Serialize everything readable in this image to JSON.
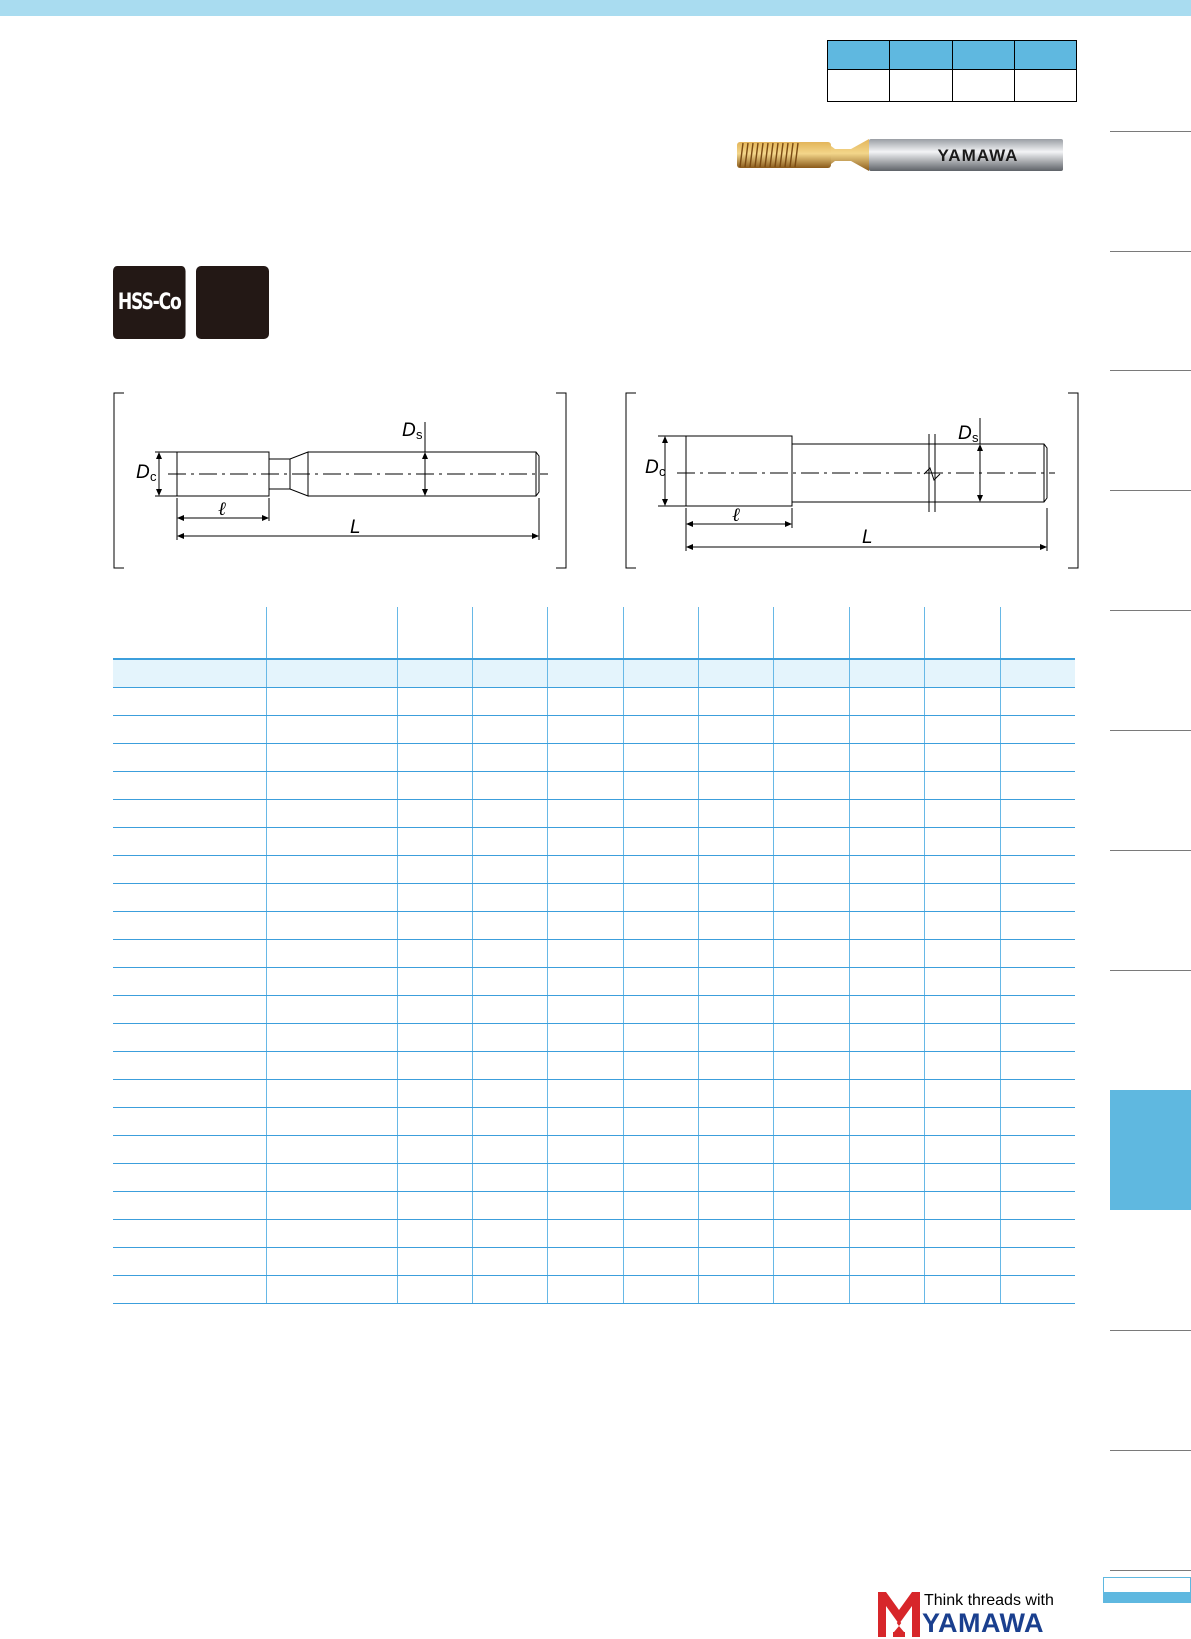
{
  "product": {
    "shank_marking": "YAMAWA"
  },
  "badges": {
    "material": "HSS-Co"
  },
  "drawings": {
    "labels": {
      "dc_main": "D",
      "dc_sub": "c",
      "ds_main": "D",
      "ds_sub": "s",
      "thread_length": "ℓ",
      "overall_length": "L"
    }
  },
  "logo": {
    "tagline": "Think threads with",
    "wordmark": "YAMAWA"
  },
  "table": {
    "column_count": 11,
    "body_row_count": 23
  },
  "colors": {
    "accent_blue": "#5fb8e0",
    "light_band": "#a9dcf0",
    "table_line": "#3c9fdc",
    "badge_dark": "#231815",
    "logo_red": "#d7262a",
    "logo_blue": "#1a3f8e"
  }
}
